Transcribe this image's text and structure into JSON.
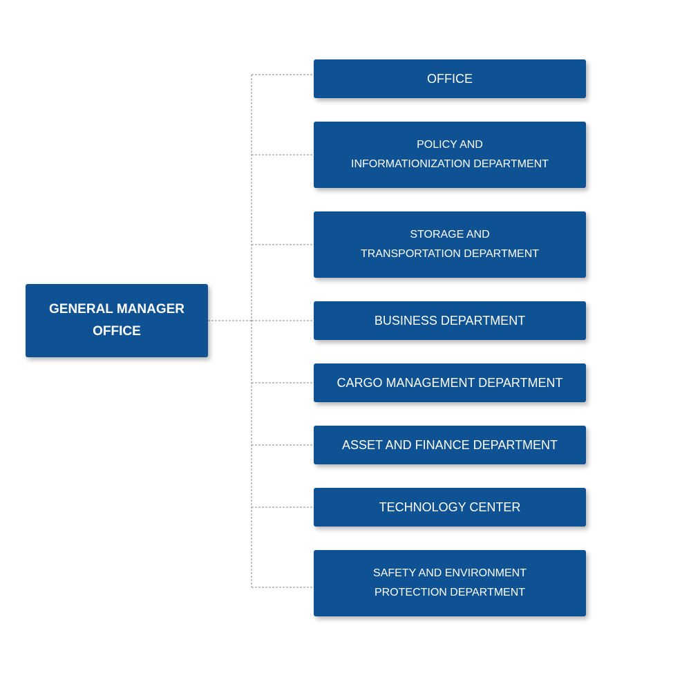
{
  "diagram": {
    "type": "org-chart",
    "root": {
      "label": "GENERAL MANAGER\nOFFICE"
    },
    "departments": [
      {
        "label": "OFFICE"
      },
      {
        "label": "POLICY AND\nINFORMATIONIZATION DEPARTMENT"
      },
      {
        "label": "STORAGE AND\nTRANSPORTATION DEPARTMENT"
      },
      {
        "label": "BUSINESS DEPARTMENT"
      },
      {
        "label": "CARGO MANAGEMENT DEPARTMENT"
      },
      {
        "label": "ASSET AND FINANCE DEPARTMENT"
      },
      {
        "label": "TECHNOLOGY CENTER"
      },
      {
        "label": "SAFETY AND ENVIRONMENT\nPROTECTION DEPARTMENT"
      }
    ],
    "colors": {
      "box_fill": "#0f5294",
      "box_text": "#ffffff",
      "connector": "#8a8a8a",
      "background": "#ffffff"
    },
    "connector_style": "dashed"
  }
}
